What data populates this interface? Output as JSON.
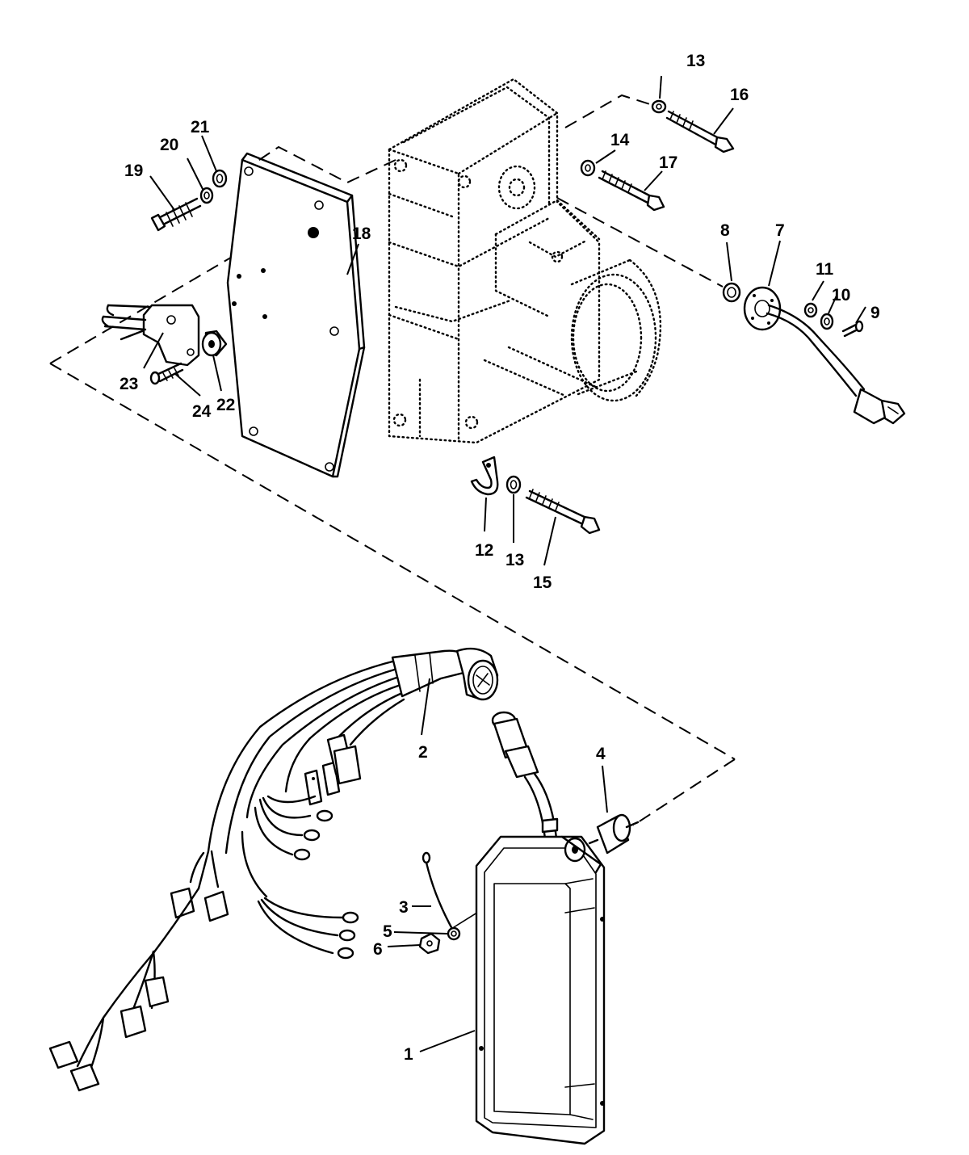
{
  "callouts": {
    "c1": "1",
    "c2": "2",
    "c3": "3",
    "c4": "4",
    "c5": "5",
    "c6": "6",
    "c7": "7",
    "c8": "8",
    "c9": "9",
    "c10": "10",
    "c11": "11",
    "c12": "12",
    "c13a": "13",
    "c13b": "13",
    "c14": "14",
    "c15": "15",
    "c16": "16",
    "c17": "17",
    "c18": "18",
    "c19": "19",
    "c20": "20",
    "c21": "21",
    "c22": "22",
    "c23": "23",
    "c24": "24"
  },
  "colors": {
    "ink": "#000000",
    "paper": "#ffffff"
  }
}
